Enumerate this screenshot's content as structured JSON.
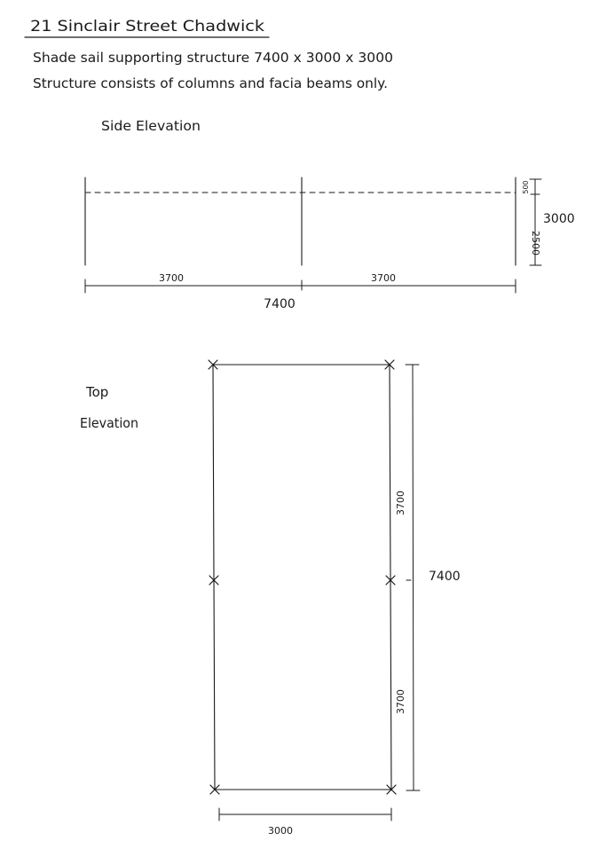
{
  "header": {
    "title": "21 Sinclair Street Chadwick",
    "line1": "Shade sail supporting structure 7400 x 3000 x 3000",
    "line2": "Structure consists of columns and facia beams only."
  },
  "side_elevation": {
    "label": "Side Elevation",
    "dims": {
      "span_left": "3700",
      "span_right": "3700",
      "overall_length": "7400",
      "top_segment": "500",
      "column_height": "2500",
      "overall_height": "3000"
    }
  },
  "top_elevation": {
    "label_line1": "Top",
    "label_line2": "Elevation",
    "dims": {
      "upper_segment": "3700",
      "lower_segment": "3700",
      "overall_length": "7400",
      "width": "3000"
    }
  },
  "colors": {
    "ink": "#1a1a1a",
    "paper": "#ffffff"
  }
}
